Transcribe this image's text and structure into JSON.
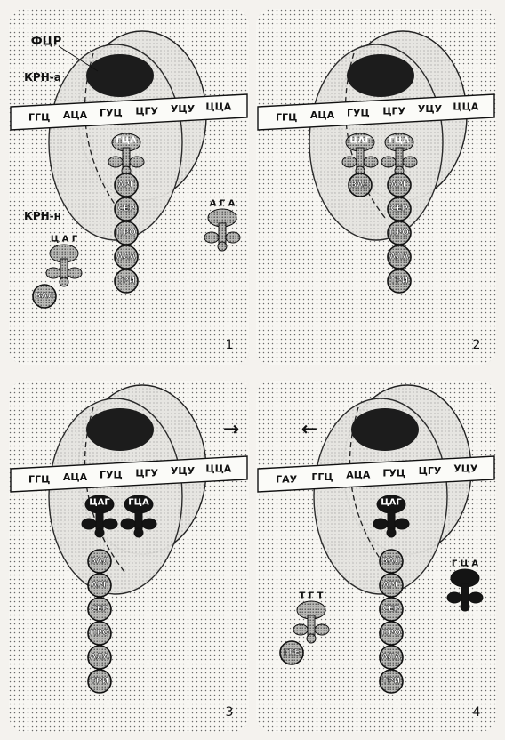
{
  "labels": {
    "fcr": "ФЦР",
    "rna_a": "КРН-а",
    "rna_n": "КРН-н"
  },
  "panels": [
    {
      "number": "1",
      "mrna": [
        "ГГЦ",
        "АЦА",
        "ГУЦ",
        "ЦГУ",
        "УЦУ",
        "ЦЦА"
      ],
      "ribosome_trna": [
        {
          "anticodon": "ГЦА",
          "amino": ""
        }
      ],
      "chain": [
        "АРГ",
        "СЕР",
        "ПРО",
        "АЛА",
        "ТРИ"
      ],
      "free_trna": [
        {
          "anticodon": "Ц А Г",
          "amino": "ВАЛ"
        },
        {
          "anticodon": "А Г А",
          "amino": ""
        }
      ]
    },
    {
      "number": "2",
      "mrna": [
        "ГГЦ",
        "АЦА",
        "ГУЦ",
        "ЦГУ",
        "УЦУ",
        "ЦЦА"
      ],
      "ribosome_trna": [
        {
          "anticodon": "ЦАГ",
          "amino": "ВАЛ"
        },
        {
          "anticodon": "ГЦА",
          "amino": ""
        }
      ],
      "chain": [
        "АРГ",
        "СЕР",
        "ПРО",
        "АЛА",
        "ТРИ"
      ],
      "free_trna": []
    },
    {
      "number": "3",
      "arrow": "→",
      "mrna": [
        "ГГЦ",
        "АЦА",
        "ГУЦ",
        "ЦГУ",
        "УЦУ",
        "ЦЦА"
      ],
      "ribosome_trna": [
        {
          "anticodon": "ЦАГ",
          "amino": ""
        },
        {
          "anticodon": "ГЦА",
          "amino": ""
        }
      ],
      "chain": [
        "ВАЛ",
        "АРГ",
        "СЕР",
        "ПРО",
        "АЛА",
        "ТРИ"
      ],
      "free_trna": []
    },
    {
      "number": "4",
      "arrow": "←",
      "mrna": [
        "ГАУ",
        "ГГЦ",
        "АЦА",
        "ГУЦ",
        "ЦГУ",
        "УЦУ"
      ],
      "ribosome_trna": [
        {
          "anticodon": "ЦАГ",
          "amino": ""
        }
      ],
      "chain": [
        "ВАЛ",
        "АРГ",
        "СЕР",
        "ПРО",
        "АЛА",
        "ТРИ"
      ],
      "free_trna": [
        {
          "anticodon": "Т Г Т",
          "amino": "ГРЕ"
        },
        {
          "anticodon": "Г Ц А",
          "amino": ""
        }
      ]
    }
  ]
}
